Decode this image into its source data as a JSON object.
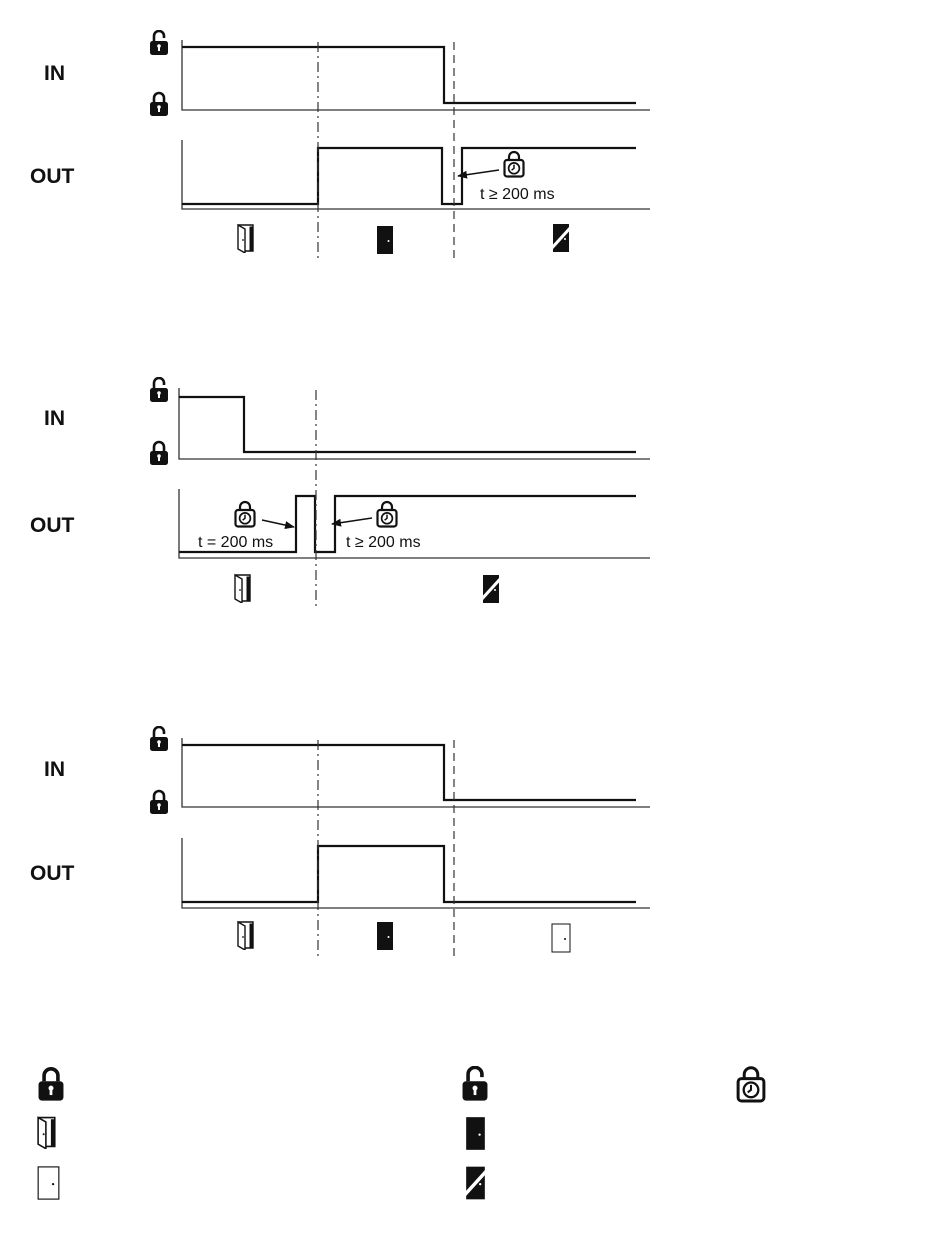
{
  "labels": {
    "in": "IN",
    "out": "OUT"
  },
  "timers": {
    "d1_out": "t ≥ 200 ms",
    "d2_out_left": "t = 200 ms",
    "d2_out_right": "t ≥ 200 ms"
  },
  "icons": {
    "lock_closed": "lock-closed-icon",
    "lock_open": "lock-open-icon",
    "lock_timer": "lock-timer-icon",
    "door_open": "door-open-icon",
    "door_closed": "door-closed-icon",
    "door_white": "door-white-icon",
    "door_blocked": "door-blocked-icon"
  },
  "colors": {
    "ink": "#111111",
    "axis": "#333333",
    "background": "#ffffff"
  }
}
